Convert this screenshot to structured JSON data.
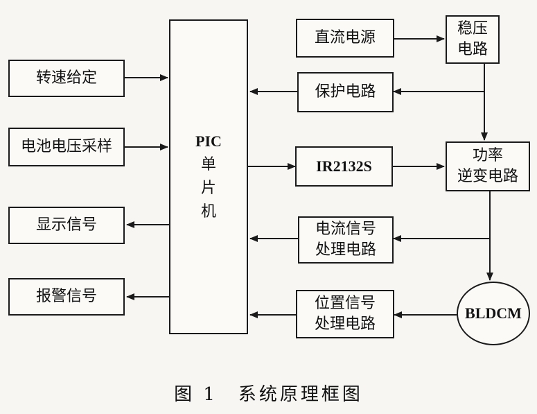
{
  "diagram": {
    "left_blocks": {
      "speed_setting": "转速给定",
      "battery_sampling": "电池电压采样",
      "display_signal": "显示信号",
      "alarm_signal": "报警信号"
    },
    "mcu": {
      "line1": "PIC",
      "line2": "单",
      "line3": "片",
      "line4": "机"
    },
    "right_blocks": {
      "dc_power": "直流电源",
      "regulator_line1": "稳压",
      "regulator_line2": "电路",
      "protection": "保护电路",
      "driver": "IR2132S",
      "inverter_line1": "功率",
      "inverter_line2": "逆变电路",
      "current_line1": "电流信号",
      "current_line2": "处理电路",
      "position_line1": "位置信号",
      "position_line2": "处理电路",
      "motor": "BLDCM"
    },
    "caption": "图 1　系统原理框图"
  }
}
